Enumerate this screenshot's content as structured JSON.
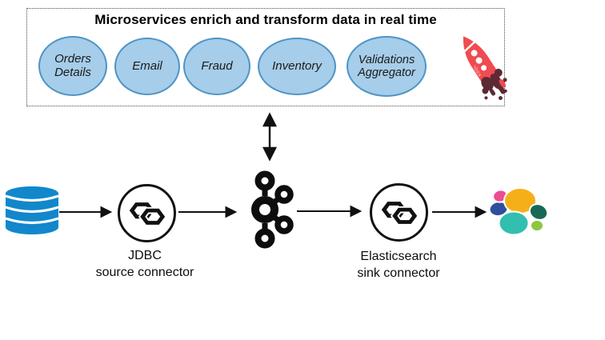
{
  "diagram": {
    "title": "Microservices enrich and transform data in real time",
    "microservices": [
      {
        "label": "Orders Details"
      },
      {
        "label": "Email"
      },
      {
        "label": "Fraud"
      },
      {
        "label": "Inventory"
      },
      {
        "label": "Validations Aggregator"
      }
    ],
    "rocket_label": "KSQL",
    "nodes": {
      "database": {
        "icon": "database-icon"
      },
      "jdbc_connector": {
        "line1": "JDBC",
        "line2": "source connector",
        "icon": "kafka-connect-icon"
      },
      "kafka": {
        "icon": "kafka-icon"
      },
      "es_connector": {
        "line1": "Elasticsearch",
        "line2": "sink connector",
        "icon": "kafka-connect-icon"
      },
      "elasticsearch": {
        "icon": "elasticsearch-logo-icon"
      }
    },
    "colors": {
      "ellipse_fill": "#A6CDE9",
      "ellipse_stroke": "#4E94C6",
      "database_blue": "#1287CB",
      "arrow_black": "#111111",
      "rocket_red": "#F04B50",
      "rocket_drip": "#5D2935",
      "es_yellow": "#F5B019",
      "es_teal": "#32BFAF",
      "es_pink": "#EE4C94",
      "es_navy": "#2E4E9E",
      "es_green_dark": "#166A55",
      "es_green_light": "#8DC63F"
    }
  }
}
